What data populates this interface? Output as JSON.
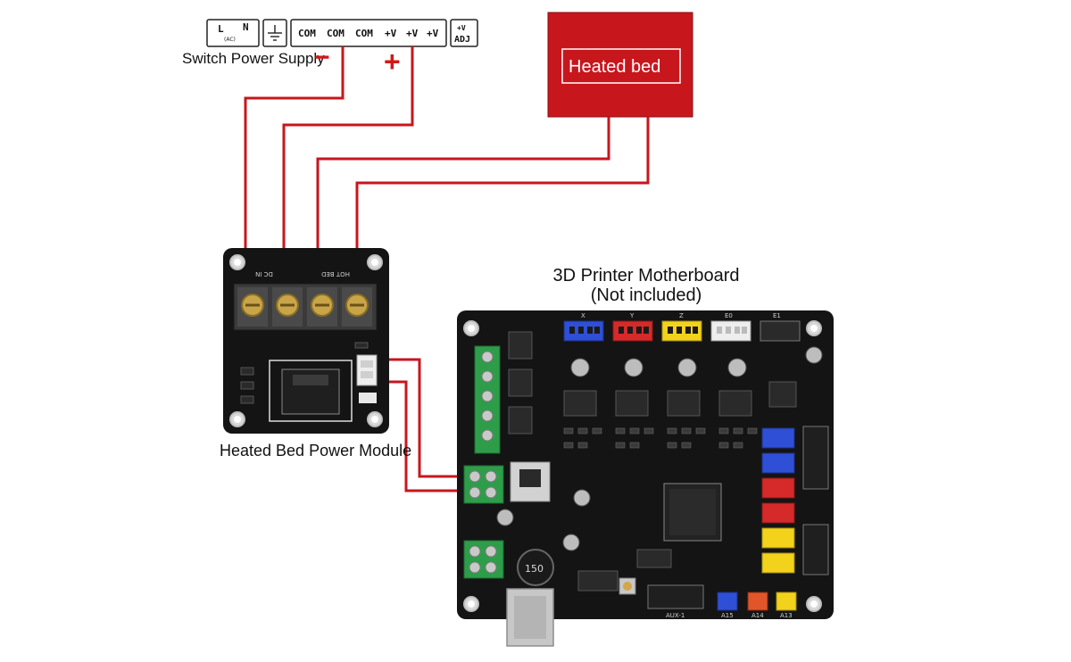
{
  "power_supply": {
    "label": "Switch Power Supply",
    "terminals": [
      "L",
      "N",
      "COM",
      "COM",
      "COM",
      "+V",
      "+V",
      "+V",
      "+V",
      "ADJ"
    ],
    "ac_mark": "(AC)",
    "minus_sign": "−",
    "plus_sign": "+"
  },
  "heated_bed": {
    "label": "Heated bed",
    "color": "#c8161d"
  },
  "power_module": {
    "label": "Heated Bed Power Module",
    "silk_labels": [
      "DC IN",
      "HOT BED"
    ]
  },
  "motherboard": {
    "title_line1": "3D Printer Motherboard",
    "title_line2": "(Not included)",
    "connector_labels": [
      "X",
      "Y",
      "Z",
      "E0",
      "E1"
    ],
    "inductor_mark": "150",
    "bottom_labels": [
      "AUX-1",
      "A15",
      "A14",
      "A13"
    ]
  },
  "colors": {
    "wire": "#c8161d",
    "pcb": "#141414",
    "screw_terminal": "#3a3a3a",
    "green_terminal": "#2e9d4a",
    "connector_blue": "#2f4fd6",
    "connector_red": "#d62a2a",
    "connector_yellow": "#f2d21b",
    "connector_white": "#eeeeee"
  }
}
